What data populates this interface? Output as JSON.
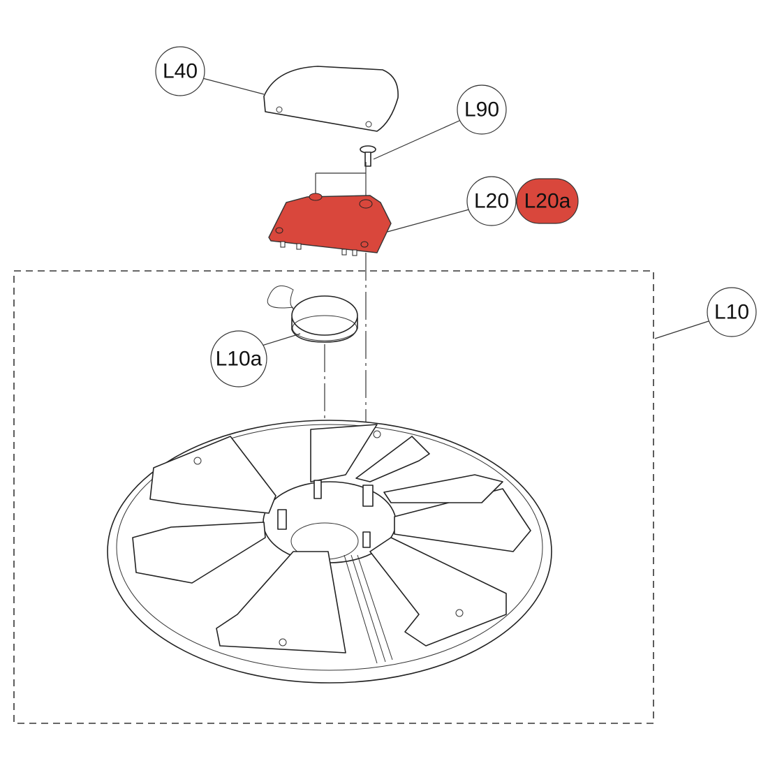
{
  "diagram": {
    "callouts": {
      "l40": "L40",
      "l90": "L90",
      "l20": "L20",
      "l20a": "L20a",
      "l10": "L10",
      "l10a": "L10a"
    },
    "colors": {
      "highlight": "#d9473c",
      "line": "#333333"
    }
  }
}
